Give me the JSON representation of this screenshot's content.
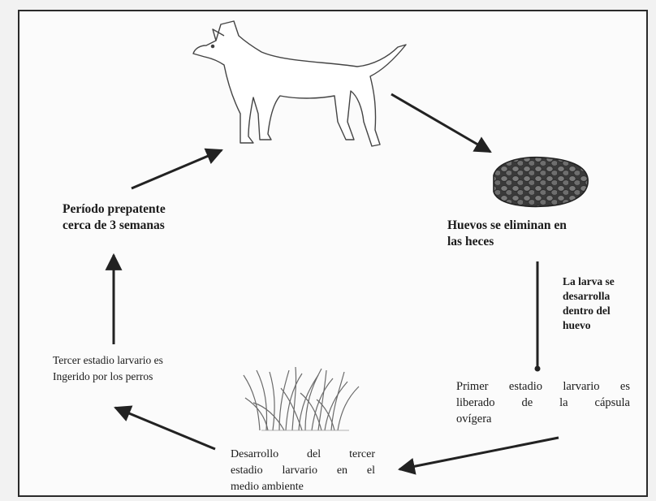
{
  "diagram": {
    "nodes": {
      "prepatent": {
        "line1": "Período prepatente",
        "line2": "cerca de 3 semanas"
      },
      "eggs": {
        "line1": "Huevos se eliminan en",
        "line2": "las heces"
      },
      "larva_develops": {
        "line1": "La larva se",
        "line2": "desarrolla",
        "line3": "dentro del",
        "line4": "huevo"
      },
      "first_stage": {
        "line1": "Primer estadio larvario es",
        "line2": "liberado de la cápsula",
        "line3": "ovígera"
      },
      "third_development": {
        "line1": "Desarrollo del tercer",
        "line2": "estadio larvario en el",
        "line3": "medio ambiente"
      },
      "third_ingested": {
        "line1": "Tercer estadio larvario es",
        "line2": "Ingerido por los perros"
      }
    },
    "images": {
      "dog": "dog-illustration",
      "feces": "feces-with-eggs",
      "grass": "grass-tuft"
    },
    "colors": {
      "arrow": "#222222",
      "frame": "#2a2a2a",
      "background": "#fbfbfb",
      "feces": "#555555"
    }
  }
}
